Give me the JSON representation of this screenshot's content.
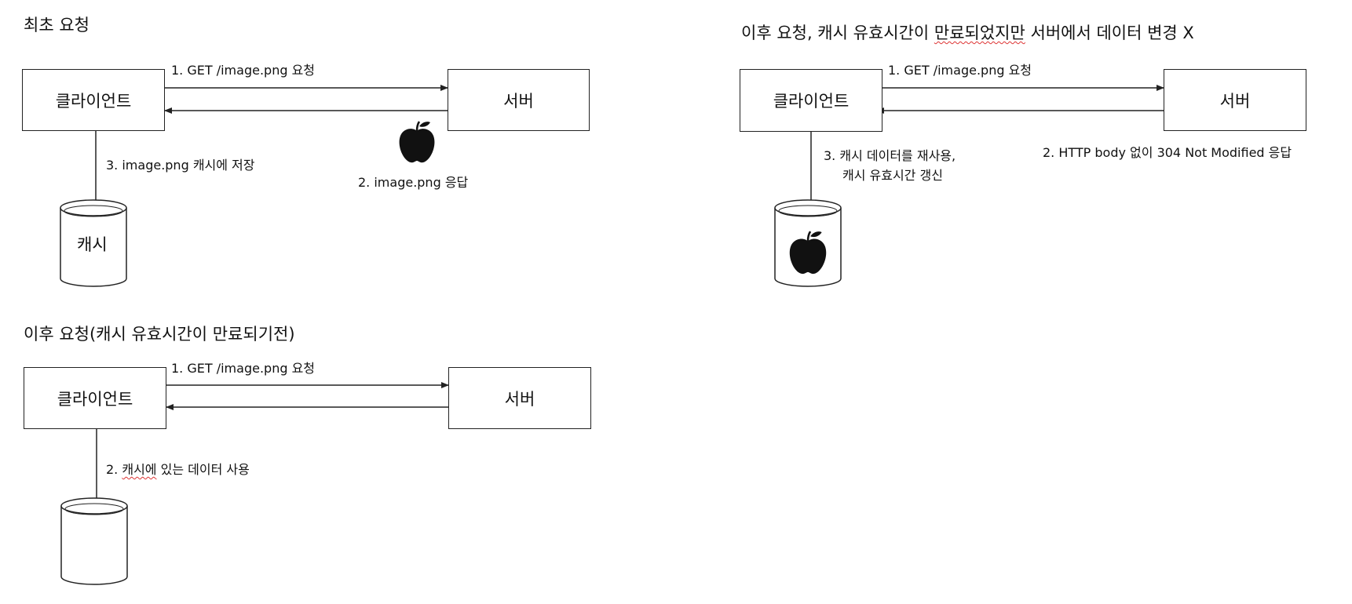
{
  "scenario1": {
    "title": "최초 요청",
    "client": "클라이언트",
    "server": "서버",
    "step1": "1. GET /image.png 요청",
    "step2": "2. image.png 응답",
    "step3": "3. image.png 캐시에 저장",
    "cache": "캐시"
  },
  "scenario2": {
    "title_part1": "이후 요청, 캐시 유효시간이 ",
    "title_squiggle": "만료되었지만",
    "title_part2": " 서버에서 데이터 변경 X",
    "client": "클라이언트",
    "server": "서버",
    "step1": "1. GET /image.png 요청",
    "step2": "2. HTTP body 없이 304 Not Modified 응답",
    "step3_line1": "3. 캐시 데이터를 재사용,",
    "step3_line2": "캐시 유효시간 갱신"
  },
  "scenario3": {
    "title": "이후 요청(캐시 유효시간이 만료되기전)",
    "client": "클라이언트",
    "server": "서버",
    "step1": "1. GET /image.png 요청",
    "step2_prefix": "2. ",
    "step2_squiggle": "캐시에",
    "step2_rest": " 있는 데이터 사용"
  },
  "icons": {
    "payload": "apple-icon",
    "storage": "database-cylinder-icon"
  },
  "colors": {
    "line": "#222222",
    "spellcheck_underline": "#d33333"
  }
}
